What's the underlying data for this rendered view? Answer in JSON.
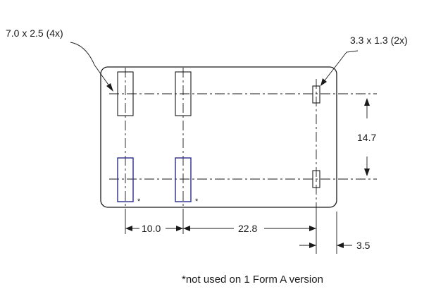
{
  "diagram": {
    "labels": {
      "large_pad_size": "7.0 x 2.5 (4x)",
      "small_pad_size": "3.3 x 1.3 (2x)",
      "vertical_spacing": "14.7",
      "pitch_1": "10.0",
      "pitch_2": "22.8",
      "offset": "3.5",
      "asterisk_1": "*",
      "asterisk_2": "*",
      "footnote": "*not used on 1 Form A version"
    },
    "colors": {
      "line": "#1a1a1a",
      "highlight_pad": "#2b2b8c"
    }
  }
}
